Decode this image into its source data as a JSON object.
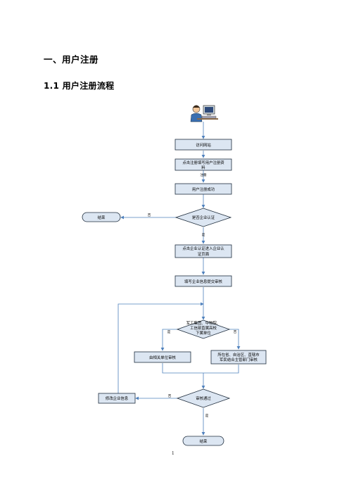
{
  "heading1": "一、用户注册",
  "heading2": "1.1 用户注册流程",
  "page_number": "1",
  "flow": {
    "visit_site": "访问网站",
    "fill_register_line1": "点击注册填写用户注册资",
    "fill_register_line2": "料",
    "register_label": "注册",
    "register_success": "用户注册成功",
    "is_enterprise_cert": "是否企业认证",
    "no_label_1": "否",
    "end_1": "结束",
    "yes_label_1": "是",
    "click_cert_line1": "点击企业认证进入企业认",
    "click_cert_line2": "证页面",
    "fill_enterprise": "填写企业信息提交审核",
    "decision2_line1": "军工集团、中物院、",
    "decision2_line2": "工信部直属高校",
    "decision2_line3": "下属单位",
    "yes_label_2": "是",
    "no_label_2": "否",
    "related_unit_review": "由相关单位审核",
    "province_line1": "所在省、自治区、直辖市",
    "province_line2": "军民结合主管部门审核",
    "review_passed": "审核通过",
    "no_label_3": "否",
    "modify_info": "修改企业信息",
    "yes_label_3": "是",
    "end_2": "结束"
  },
  "colors": {
    "box_fill": "#dce6f2",
    "line": "#4f81bd",
    "stroke": "#1f2d3d"
  }
}
